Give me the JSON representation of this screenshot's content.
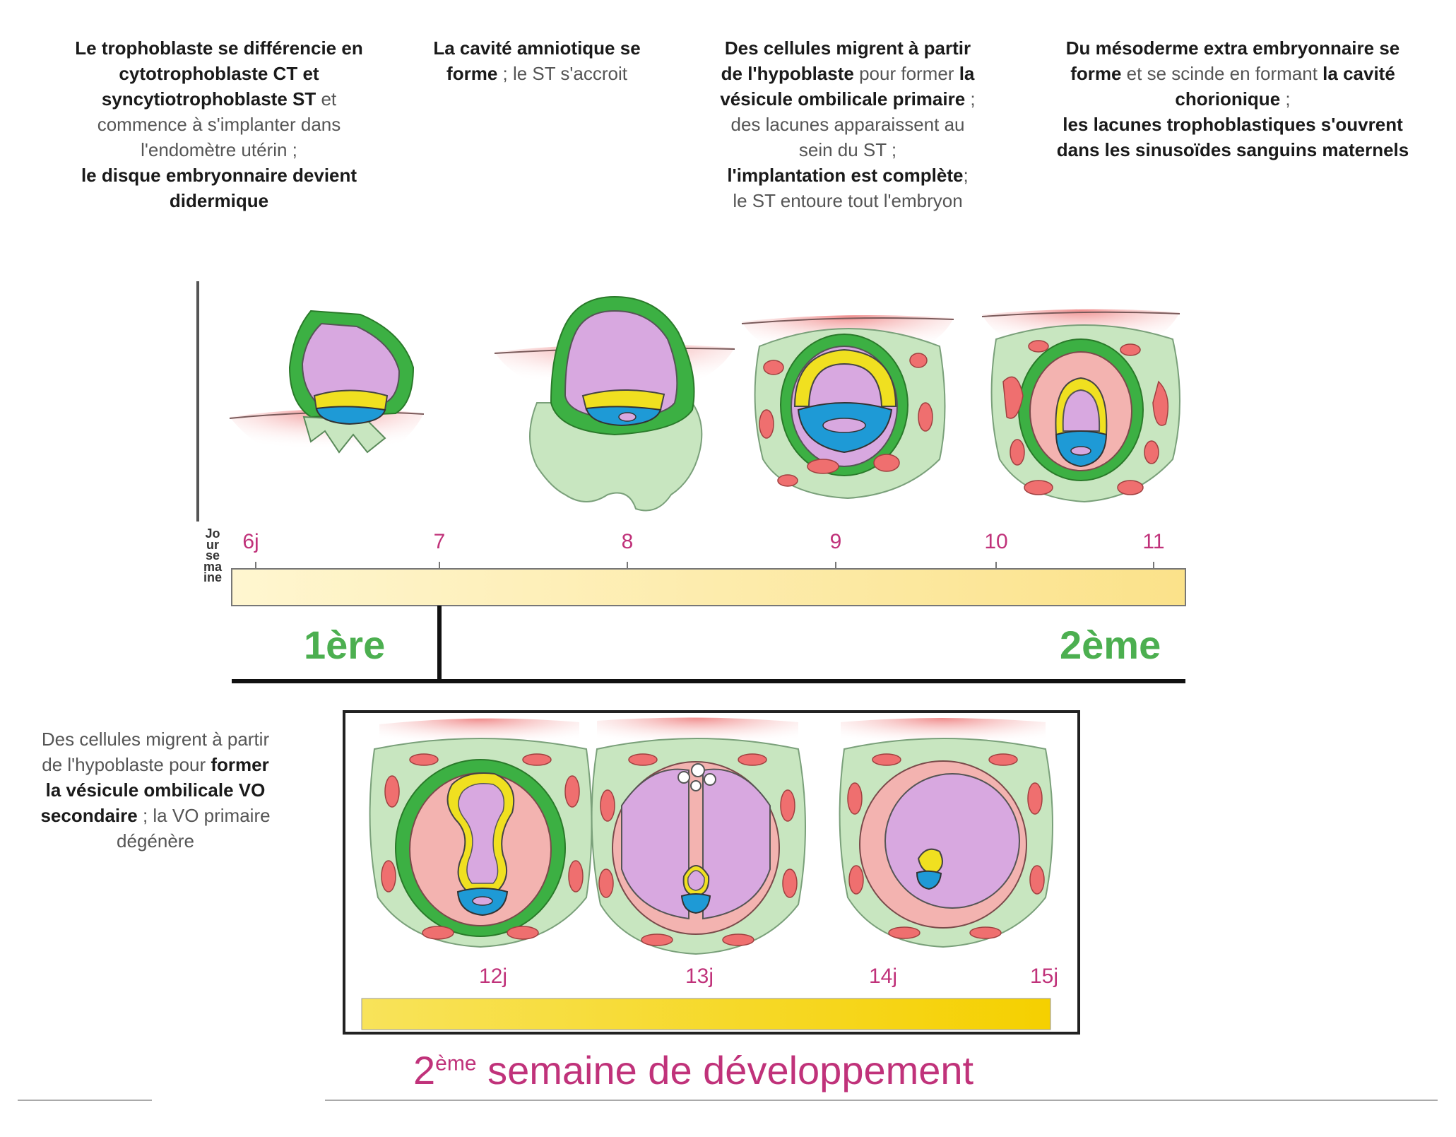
{
  "captions": {
    "c1": {
      "l1": "Le trophoblaste se différencie en",
      "l2a": "cytotrophoblaste CT",
      "l2b": " et",
      "l3a": "syncytiotrophoblaste ST",
      "l3b": " et",
      "l4": "commence  à s'implanter dans",
      "l5": "l'endomètre utérin ;",
      "l6": "le disque embryonnaire devient",
      "l7": "didermique"
    },
    "c2": {
      "l1": "La cavité amniotique se",
      "l2a": "forme",
      "l2b": " ; le ST s'accroit"
    },
    "c3": {
      "l1": "Des cellules migrent à partir",
      "l2a": "de l'hypoblaste",
      "l2b": " pour former ",
      "l2c": "la",
      "l3a": "vésicule ombilicale primaire",
      "l3b": " ;",
      "l4": "des lacunes apparaissent au",
      "l5": "sein du ST ;",
      "l6a": "l'implantation est complète",
      "l6b": ";",
      "l7": "le ST entoure tout l'embryon"
    },
    "c4": {
      "l1": "Du mésoderme extra embryonnaire se",
      "l2a": "forme",
      "l2b": " et se scinde en formant ",
      "l2c": "la cavité",
      "l3a": "chorionique",
      "l3b": " ;",
      "l4": "les lacunes trophoblastiques s'ouvrent",
      "l5": "dans les sinusoïdes sanguins maternels"
    },
    "c5": {
      "l1": "Des cellules migrent à partir",
      "l2a": "de l'hypoblaste pour ",
      "l2b": "former",
      "l3": "la vésicule ombilicale VO",
      "l4a": "secondaire",
      "l4b": " ; la VO primaire",
      "l5": "dégénère"
    }
  },
  "timeline": {
    "axis_label": "Jour semaine",
    "days_top": [
      "6j",
      "7",
      "8",
      "9",
      "10",
      "11"
    ],
    "week1": "1ère",
    "week2": "2ème",
    "days_bottom": [
      "12j",
      "13j",
      "14j",
      "15j"
    ]
  },
  "footer": {
    "title_sup": "ème",
    "title_num": "2",
    "title_rest": " semaine de développement"
  },
  "colors": {
    "green_dark": "#3cb043",
    "green_light": "#c8e6c0",
    "violet": "#d8a8e0",
    "yellow": "#f0e020",
    "blue": "#1e9ad6",
    "pink": "#f3b3b0",
    "red_lacuna": "#ef6f6f",
    "magenta_text": "#c0327a",
    "bar_light": "#fff3c0",
    "bar_dark": "#f5d800"
  }
}
